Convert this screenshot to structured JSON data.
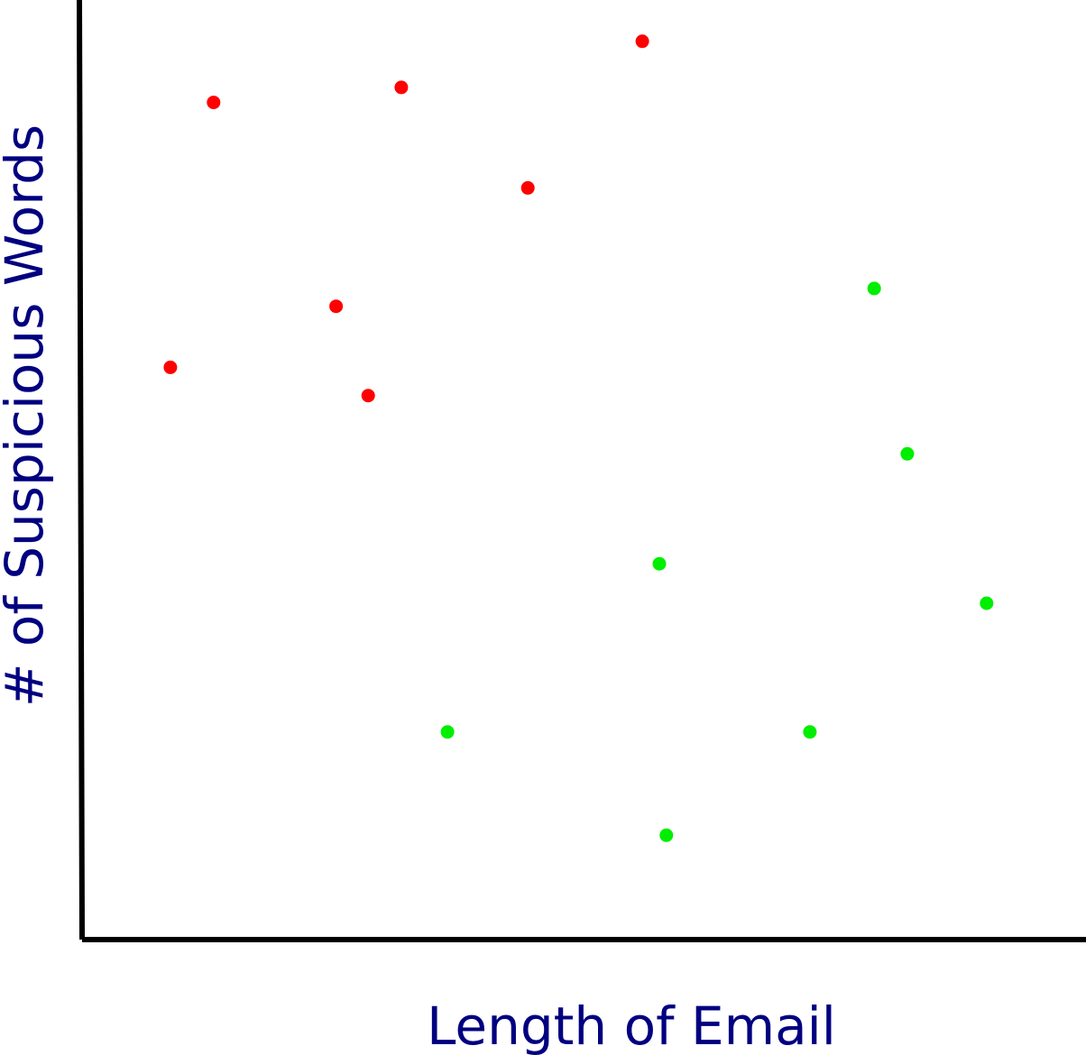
{
  "chart_data": {
    "type": "scatter",
    "xlabel": "Length of Email",
    "ylabel": "# of Suspicious Words",
    "xlim": [
      0,
      100
    ],
    "ylim": [
      0,
      100
    ],
    "grid": false,
    "ticks": false,
    "legend": "none",
    "label_color": "#000080",
    "series": [
      {
        "color": "#ff0000",
        "points": [
          {
            "x": 8.8,
            "y": 60.9
          },
          {
            "x": 13.1,
            "y": 89.1
          },
          {
            "x": 25.3,
            "y": 67.4
          },
          {
            "x": 28.5,
            "y": 57.9
          },
          {
            "x": 31.8,
            "y": 90.7
          },
          {
            "x": 44.4,
            "y": 80.0
          },
          {
            "x": 55.8,
            "y": 95.6
          }
        ]
      },
      {
        "color": "#00ee00",
        "points": [
          {
            "x": 36.4,
            "y": 22.1
          },
          {
            "x": 57.5,
            "y": 40.0
          },
          {
            "x": 58.2,
            "y": 11.1
          },
          {
            "x": 72.5,
            "y": 22.1
          },
          {
            "x": 78.9,
            "y": 69.3
          },
          {
            "x": 82.2,
            "y": 51.7
          },
          {
            "x": 90.1,
            "y": 35.8
          }
        ]
      }
    ]
  }
}
